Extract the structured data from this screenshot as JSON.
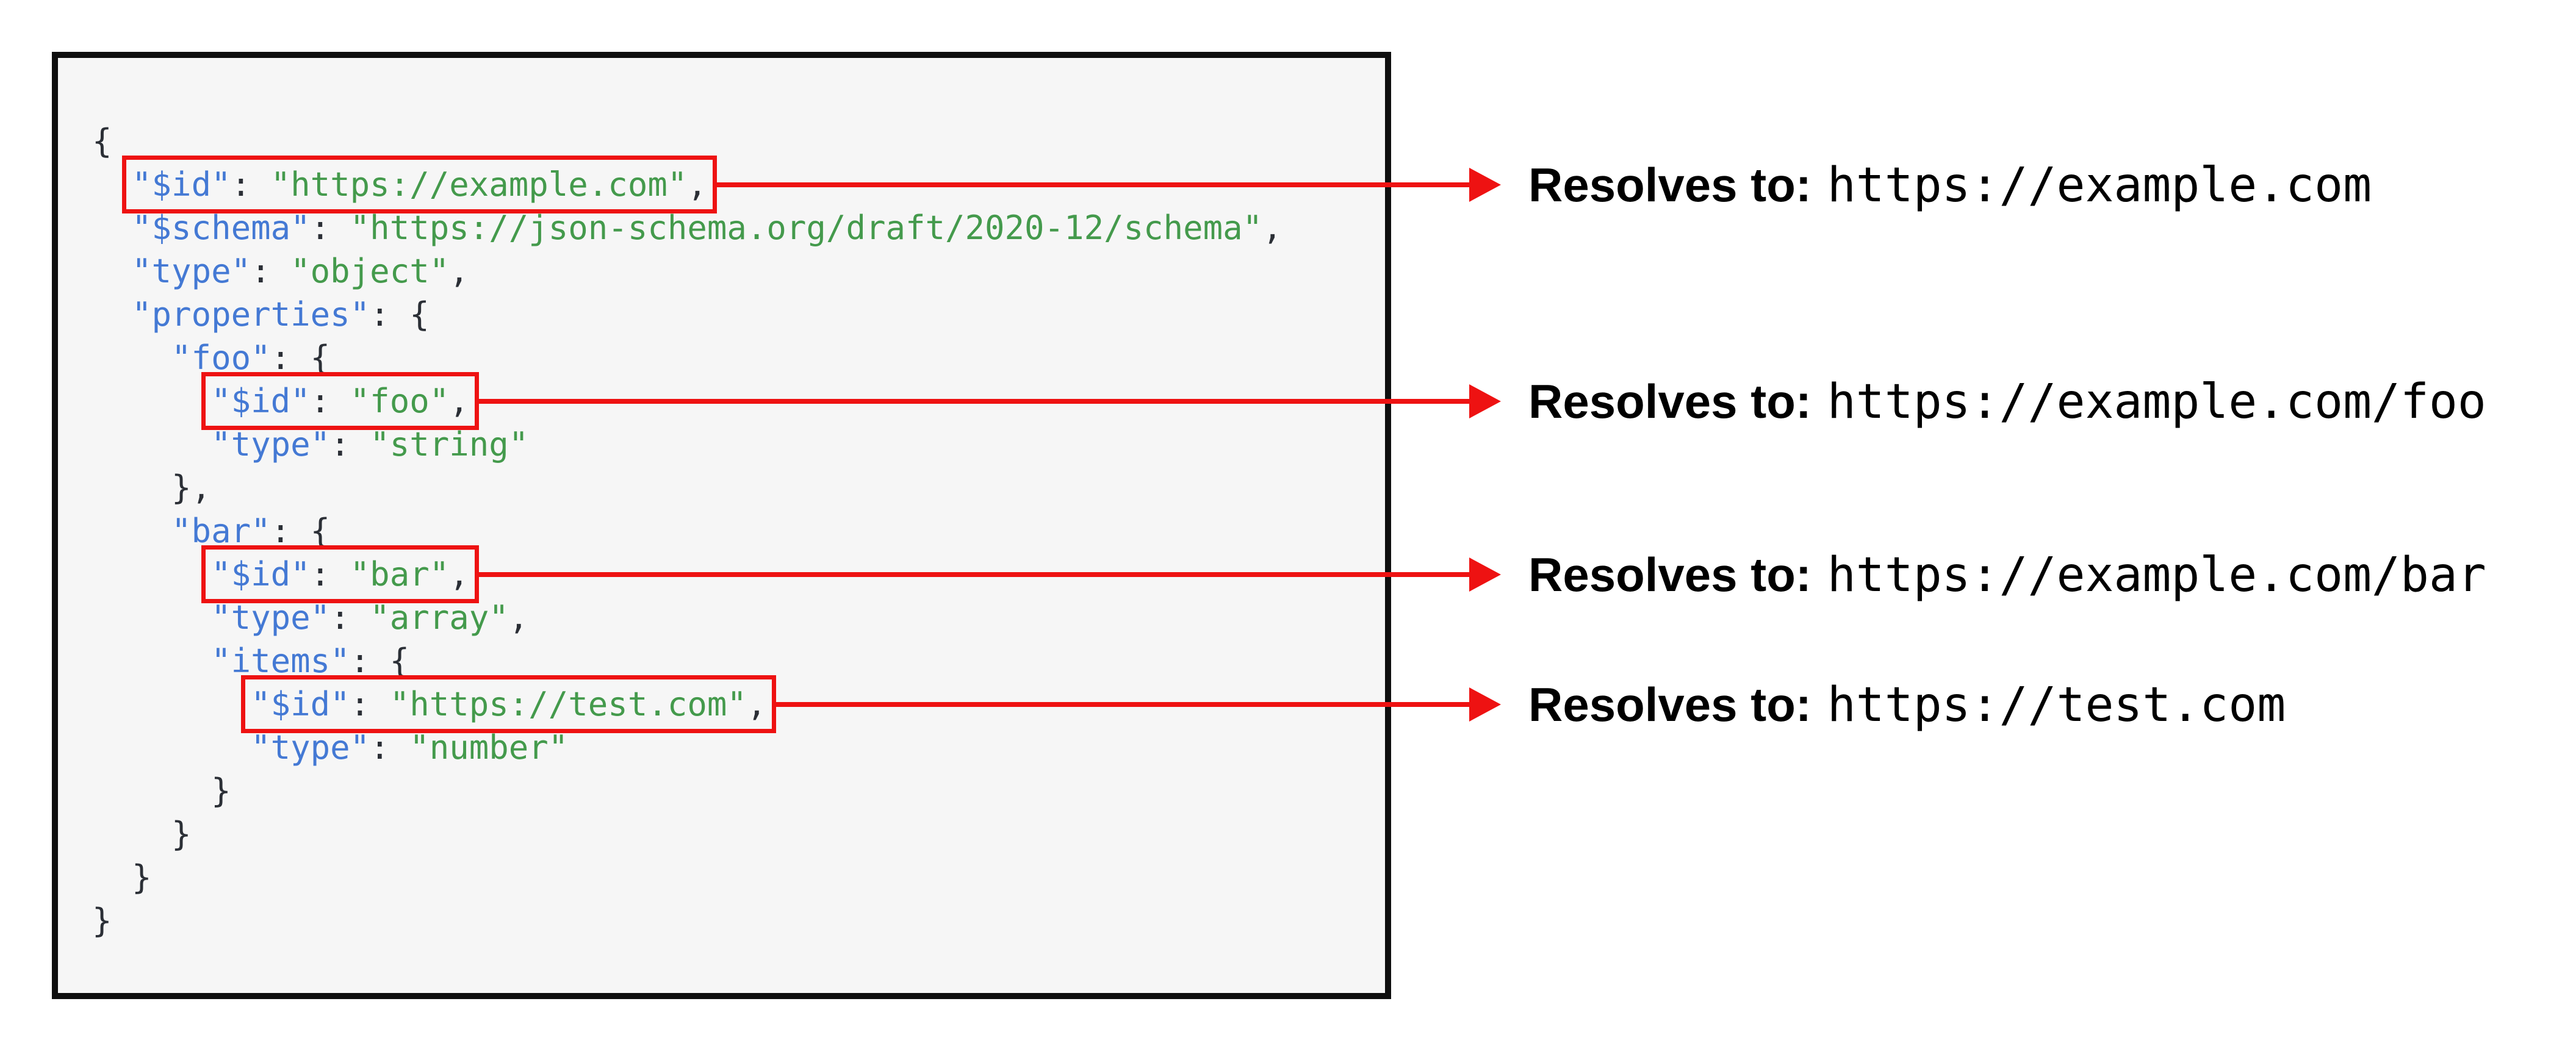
{
  "colors": {
    "key": "#4479d4",
    "string": "#449a4c",
    "punctuation": "#2b2f36",
    "red_accent": "#ee1212",
    "panel_background": "#f6f6f6",
    "panel_border": "#0f0f0f"
  },
  "code": {
    "language": "json",
    "lines": [
      {
        "indent": 0,
        "boxed": false,
        "tokens": [
          {
            "c": "p",
            "t": "{"
          }
        ]
      },
      {
        "indent": 2,
        "boxed": true,
        "tokens": [
          {
            "c": "key",
            "t": "\"$id\""
          },
          {
            "c": "p",
            "t": ": "
          },
          {
            "c": "str",
            "t": "\"https://example.com\""
          },
          {
            "c": "p",
            "t": ","
          }
        ]
      },
      {
        "indent": 2,
        "boxed": false,
        "tokens": [
          {
            "c": "key",
            "t": "\"$schema\""
          },
          {
            "c": "p",
            "t": ": "
          },
          {
            "c": "str",
            "t": "\"https://json-schema.org/draft/2020-12/schema\""
          },
          {
            "c": "p",
            "t": ","
          }
        ]
      },
      {
        "indent": 2,
        "boxed": false,
        "tokens": [
          {
            "c": "key",
            "t": "\"type\""
          },
          {
            "c": "p",
            "t": ": "
          },
          {
            "c": "str",
            "t": "\"object\""
          },
          {
            "c": "p",
            "t": ","
          }
        ]
      },
      {
        "indent": 2,
        "boxed": false,
        "tokens": [
          {
            "c": "key",
            "t": "\"properties\""
          },
          {
            "c": "p",
            "t": ": {"
          }
        ]
      },
      {
        "indent": 4,
        "boxed": false,
        "tokens": [
          {
            "c": "key",
            "t": "\"foo\""
          },
          {
            "c": "p",
            "t": ": {"
          }
        ]
      },
      {
        "indent": 6,
        "boxed": true,
        "tokens": [
          {
            "c": "key",
            "t": "\"$id\""
          },
          {
            "c": "p",
            "t": ": "
          },
          {
            "c": "str",
            "t": "\"foo\""
          },
          {
            "c": "p",
            "t": ","
          }
        ]
      },
      {
        "indent": 6,
        "boxed": false,
        "tokens": [
          {
            "c": "key",
            "t": "\"type\""
          },
          {
            "c": "p",
            "t": ": "
          },
          {
            "c": "str",
            "t": "\"string\""
          }
        ]
      },
      {
        "indent": 4,
        "boxed": false,
        "tokens": [
          {
            "c": "p",
            "t": "},"
          }
        ]
      },
      {
        "indent": 4,
        "boxed": false,
        "tokens": [
          {
            "c": "key",
            "t": "\"bar\""
          },
          {
            "c": "p",
            "t": ": {"
          }
        ]
      },
      {
        "indent": 6,
        "boxed": true,
        "tokens": [
          {
            "c": "key",
            "t": "\"$id\""
          },
          {
            "c": "p",
            "t": ": "
          },
          {
            "c": "str",
            "t": "\"bar\""
          },
          {
            "c": "p",
            "t": ","
          }
        ]
      },
      {
        "indent": 6,
        "boxed": false,
        "tokens": [
          {
            "c": "key",
            "t": "\"type\""
          },
          {
            "c": "p",
            "t": ": "
          },
          {
            "c": "str",
            "t": "\"array\""
          },
          {
            "c": "p",
            "t": ","
          }
        ]
      },
      {
        "indent": 6,
        "boxed": false,
        "tokens": [
          {
            "c": "key",
            "t": "\"items\""
          },
          {
            "c": "p",
            "t": ": {"
          }
        ]
      },
      {
        "indent": 8,
        "boxed": true,
        "tokens": [
          {
            "c": "key",
            "t": "\"$id\""
          },
          {
            "c": "p",
            "t": ": "
          },
          {
            "c": "str",
            "t": "\"https://test.com\""
          },
          {
            "c": "p",
            "t": ","
          }
        ]
      },
      {
        "indent": 8,
        "boxed": false,
        "tokens": [
          {
            "c": "key",
            "t": "\"type\""
          },
          {
            "c": "p",
            "t": ": "
          },
          {
            "c": "str",
            "t": "\"number\""
          }
        ]
      },
      {
        "indent": 6,
        "boxed": false,
        "tokens": [
          {
            "c": "p",
            "t": "}"
          }
        ]
      },
      {
        "indent": 4,
        "boxed": false,
        "tokens": [
          {
            "c": "p",
            "t": "}"
          }
        ]
      },
      {
        "indent": 2,
        "boxed": false,
        "tokens": [
          {
            "c": "p",
            "t": "}"
          }
        ]
      },
      {
        "indent": 0,
        "boxed": false,
        "tokens": [
          {
            "c": "p",
            "t": "}"
          }
        ]
      }
    ]
  },
  "annotations": [
    {
      "label": "Resolves to:",
      "value": "https://example.com"
    },
    {
      "label": "Resolves to:",
      "value": "https://example.com/foo"
    },
    {
      "label": "Resolves to:",
      "value": "https://example.com/bar"
    },
    {
      "label": "Resolves to:",
      "value": "https://test.com"
    }
  ]
}
